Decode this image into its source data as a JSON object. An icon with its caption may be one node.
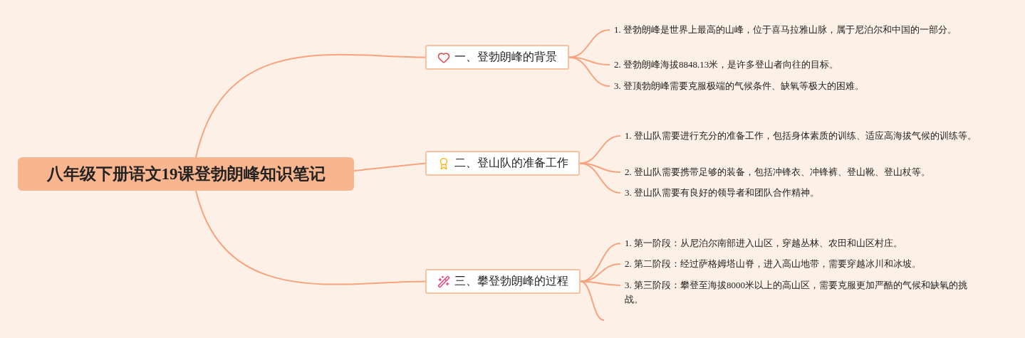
{
  "diagram": {
    "nodes": [
      {
        "text": [
          "八年级下册语文19课登勃朗峰知识笔记"
        ]
      },
      {
        "text": [
          "一、登勃朗峰的背景"
        ]
      },
      {
        "text": [
          "1. 登勃朗峰是世界上最高的山峰，位于喜马拉雅山脉，属于尼泊尔和中国的一部分。"
        ]
      },
      {
        "text": [
          "2. 登勃朗峰海拔8848.13米，是许多登山者向往的目标。"
        ]
      },
      {
        "text": [
          "3. 登顶勃朗峰需要克服极端的气候条件、缺氧等极大的困难。"
        ]
      },
      {
        "text": [
          "二、登山队的准备工作"
        ]
      },
      {
        "text": [
          "1. 登山队需要进行充分的准备工作，包括身体素质的训练、适应高海拔气候的训练等。"
        ]
      },
      {
        "text": [
          "2. 登山队需要携带足够的装备，包括冲锋衣、冲锋裤、登山靴、登山杖等。"
        ]
      },
      {
        "text": [
          "3. 登山队需要有良好的领导者和团队合作精神。"
        ]
      },
      {
        "text": [
          "三、攀登勃朗峰的过程"
        ]
      },
      {
        "text": [
          "1. 第一阶段：从尼泊尔南部进入山区，穿越丛林、农田和山区村庄。"
        ]
      },
      {
        "text": [
          "2. 第二阶段：经过萨格姆塔山脊，进入高山地带，需要穿越冰川和冰坡。"
        ]
      },
      {
        "text": [
          "3. 第三阶段：攀登至海拔8000米以上的高山区，需要克服更加严酷的气候和缺氧的挑战。"
        ]
      }
    ],
    "edges": [
      {
        "from": 0,
        "to": 1,
        "arrow": "none"
      },
      {
        "from": 1,
        "to": 2,
        "arrow": "none"
      },
      {
        "from": 1,
        "to": 3,
        "arrow": "none"
      },
      {
        "from": 1,
        "to": 4,
        "arrow": "none"
      },
      {
        "from": 0,
        "to": 5,
        "arrow": "none"
      },
      {
        "from": 5,
        "to": 6,
        "arrow": "none"
      },
      {
        "from": 5,
        "to": 7,
        "arrow": "none"
      },
      {
        "from": 5,
        "to": 8,
        "arrow": "none"
      },
      {
        "from": 0,
        "to": 9,
        "arrow": "none"
      },
      {
        "from": 9,
        "to": 10,
        "arrow": "none"
      },
      {
        "from": 9,
        "to": 11,
        "arrow": "none"
      },
      {
        "from": 9,
        "to": 12,
        "arrow": "none"
      },
      {
        "from": 9,
        "to": null,
        "arrow": "none"
      }
    ]
  }
}
